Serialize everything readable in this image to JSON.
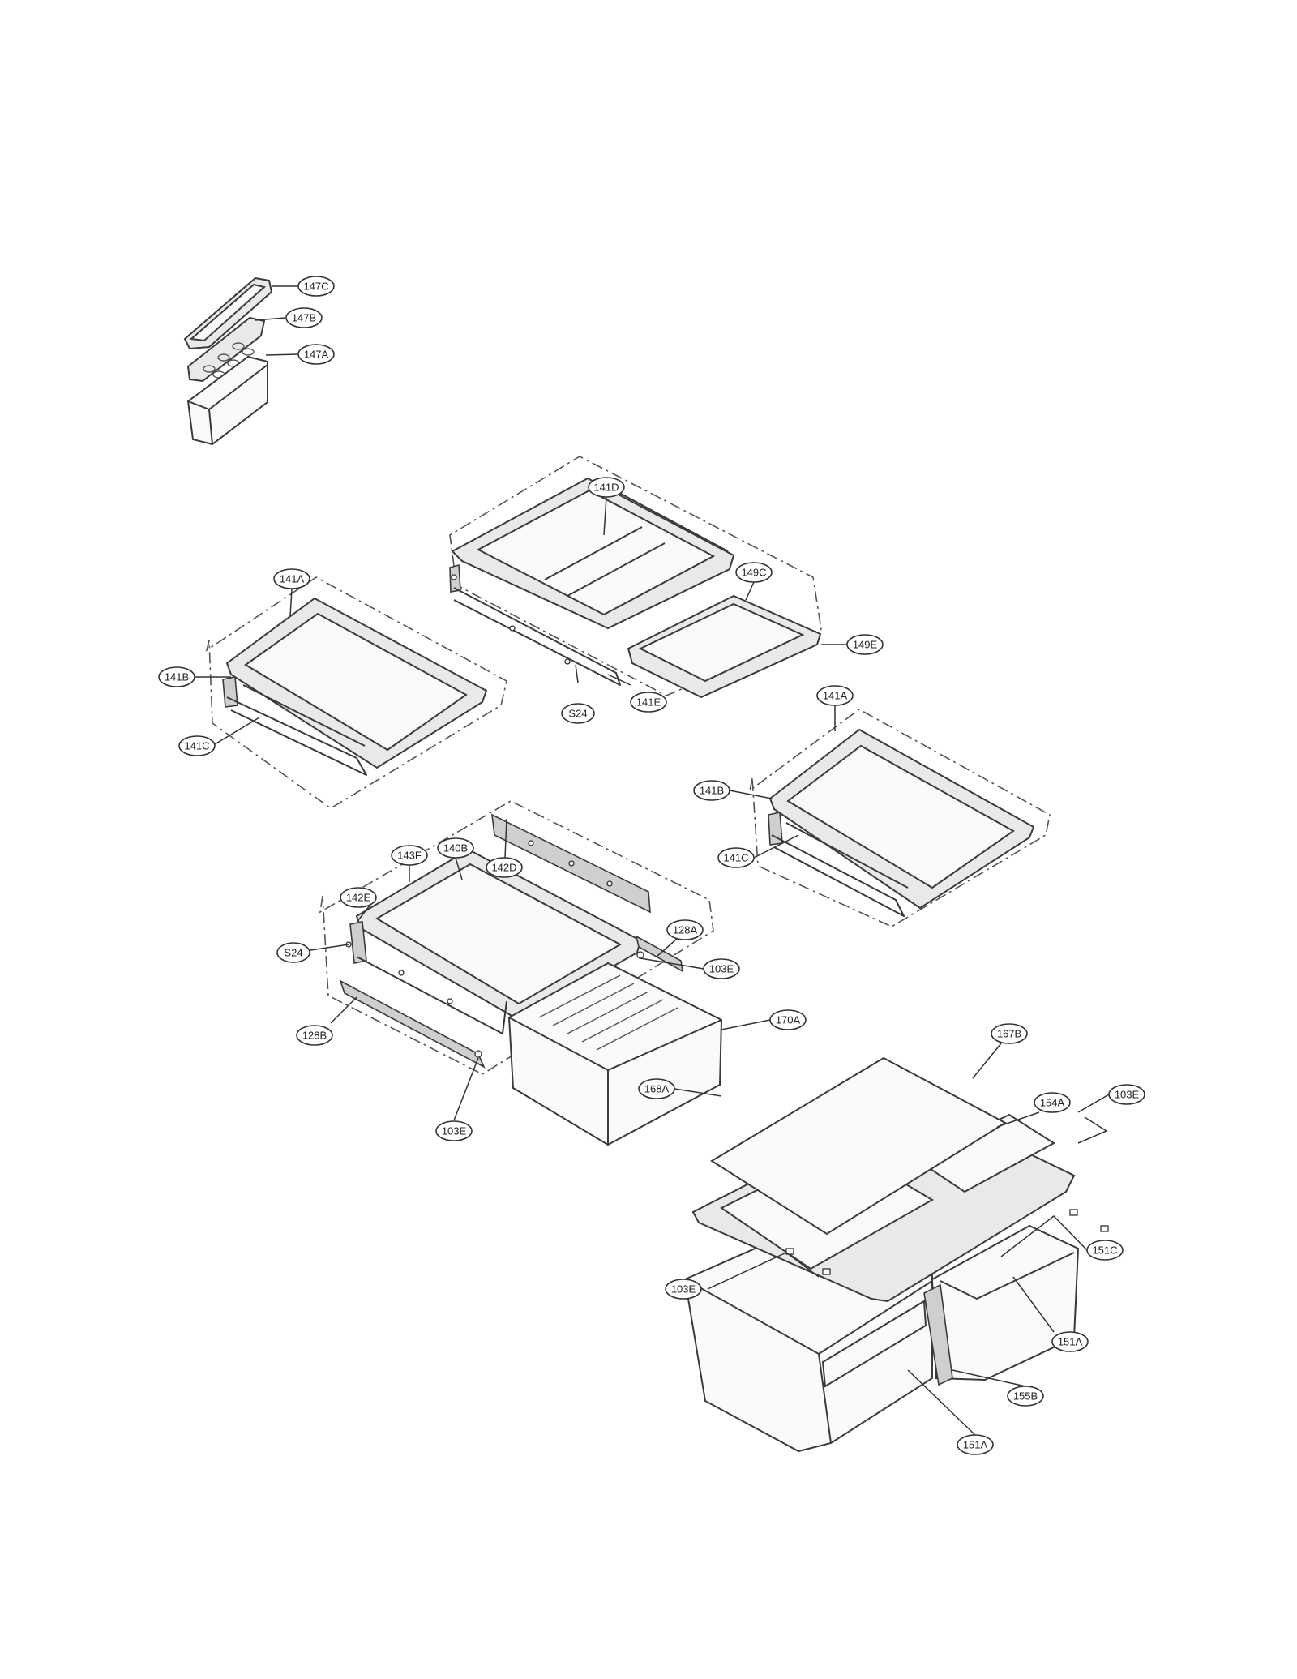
{
  "callouts": [
    {
      "id": "c-147c",
      "label": "147C"
    },
    {
      "id": "c-147b",
      "label": "147B"
    },
    {
      "id": "c-147a",
      "label": "147A"
    },
    {
      "id": "c-141d",
      "label": "141D"
    },
    {
      "id": "c-149c",
      "label": "149C"
    },
    {
      "id": "c-149e",
      "label": "149E"
    },
    {
      "id": "c-141e",
      "label": "141E"
    },
    {
      "id": "c-s24-top",
      "label": "S24"
    },
    {
      "id": "c-141a-left",
      "label": "141A"
    },
    {
      "id": "c-141b-left",
      "label": "141B"
    },
    {
      "id": "c-141c-left",
      "label": "141C"
    },
    {
      "id": "c-141a-right",
      "label": "141A"
    },
    {
      "id": "c-141b-right",
      "label": "141B"
    },
    {
      "id": "c-141c-right",
      "label": "141C"
    },
    {
      "id": "c-143f",
      "label": "143F"
    },
    {
      "id": "c-140b",
      "label": "140B"
    },
    {
      "id": "c-142d",
      "label": "142D"
    },
    {
      "id": "c-142e",
      "label": "142E"
    },
    {
      "id": "c-s24-mid",
      "label": "S24"
    },
    {
      "id": "c-128a",
      "label": "128A"
    },
    {
      "id": "c-103e-a",
      "label": "103E"
    },
    {
      "id": "c-128b",
      "label": "128B"
    },
    {
      "id": "c-170a",
      "label": "170A"
    },
    {
      "id": "c-103e-b",
      "label": "103E"
    },
    {
      "id": "c-167b",
      "label": "167B"
    },
    {
      "id": "c-154a",
      "label": "154A"
    },
    {
      "id": "c-168a",
      "label": "168A"
    },
    {
      "id": "c-103e-c",
      "label": "103E"
    },
    {
      "id": "c-151c",
      "label": "151C"
    },
    {
      "id": "c-103e-d",
      "label": "103E"
    },
    {
      "id": "c-151a-right",
      "label": "151A"
    },
    {
      "id": "c-155b",
      "label": "155B"
    },
    {
      "id": "c-151a-bottom",
      "label": "151A"
    }
  ]
}
